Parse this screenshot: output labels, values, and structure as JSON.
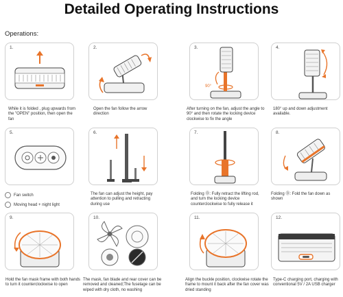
{
  "title": "Detailed Operating Instructions",
  "section_label": "Operations:",
  "steps": [
    {
      "num": "1.",
      "caption": "While it is folded , plug upwards from the \"OPEN\" position, then open the fan"
    },
    {
      "num": "2.",
      "caption": "Open the fan follow the arrow direction"
    },
    {
      "num": "3.",
      "caption": "After turning on the fan, adjust the angle to 90° and then rotate the locking device clockwise to fix the angle",
      "angle_label": "90°"
    },
    {
      "num": "4.",
      "caption": "180° up and down adjustment available."
    },
    {
      "num": "5.",
      "caption": ""
    },
    {
      "num": "6.",
      "caption": "The fan can adjust the height, pay attention to pulling and retracting during use"
    },
    {
      "num": "7.",
      "caption": "Folding ⓪: Fully retract the lifting rod, and turn the locking device counterclockwise to fully release it"
    },
    {
      "num": "8.",
      "caption": "Folding ⓪: Fold the fan down as shown"
    },
    {
      "num": "9.",
      "caption": "Hold the fan mask frame with both hands to turn it counterclockwise to open"
    },
    {
      "num": "10.",
      "caption": "The mask, fan blade and rear cover can be removed and cleaned;The fuselage can be wiped with dry cloth, no washing"
    },
    {
      "num": "11.",
      "caption": "Align the buckle position, clockwise rotate the frame to mount it back after the fan cover was dried standing"
    },
    {
      "num": "12.",
      "caption": "Type-C charging port, charging with conventional 5V / 2A USB charger"
    }
  ],
  "legend": {
    "fan_switch": "Fan switch",
    "moving_head": "Moving head + night light"
  },
  "colors": {
    "accent": "#e8742a",
    "frame": "#cfcfcf",
    "body": "#3a3a3a"
  }
}
